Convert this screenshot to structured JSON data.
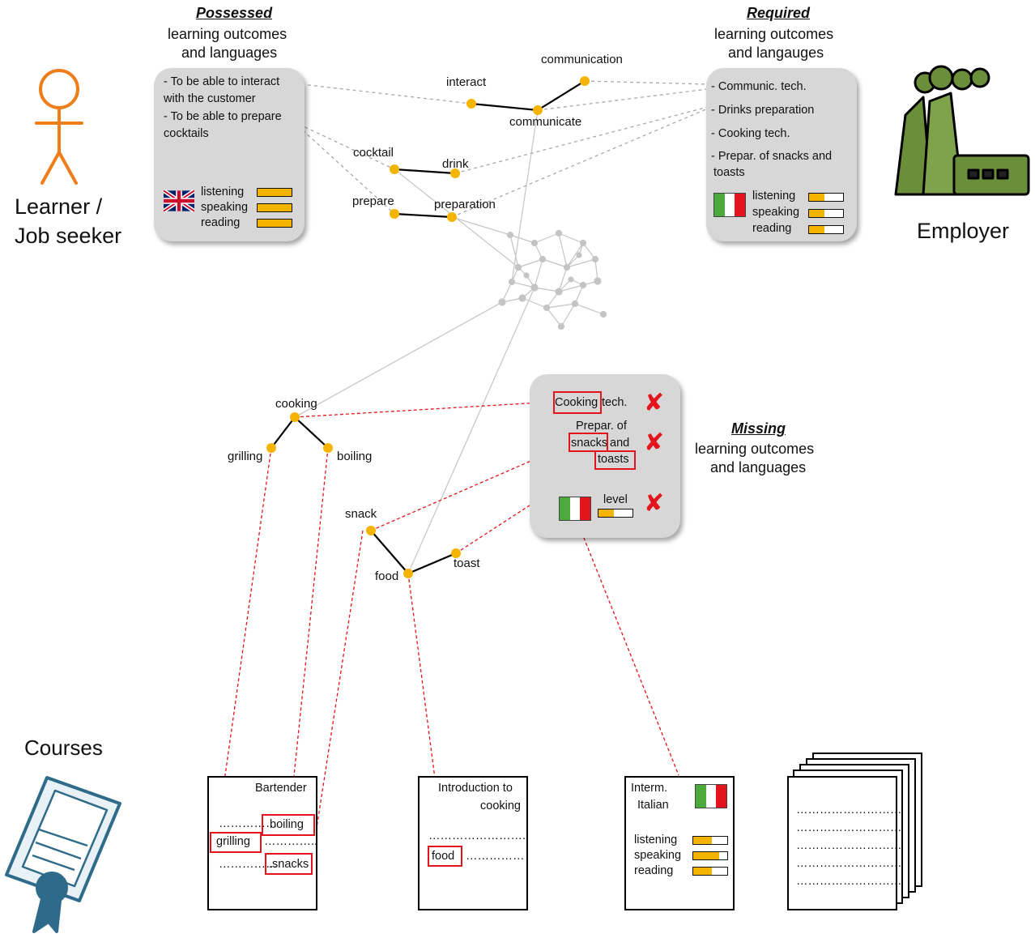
{
  "actors": {
    "learner_line1": "Learner /",
    "learner_line2": "Job seeker",
    "employer": "Employer",
    "courses": "Courses"
  },
  "possessed": {
    "title": "Possessed",
    "subtitle_line1": "learning outcomes",
    "subtitle_line2": "and languages",
    "outcome1_line1": "- To be able to interact",
    "outcome1_line2": "with the customer",
    "outcome2_line1": "- To be able to prepare",
    "outcome2_line2": "cocktails",
    "languages": [
      {
        "skill": "listening",
        "level": 1.0
      },
      {
        "skill": "speaking",
        "level": 1.0
      },
      {
        "skill": "reading",
        "level": 1.0
      }
    ]
  },
  "required": {
    "title": "Required",
    "subtitle_line1": "learning outcomes",
    "subtitle_line2": "and langauges",
    "items": [
      "- Communic. tech.",
      "- Drinks preparation",
      "- Cooking tech.",
      "- Prepar. of snacks and",
      "toasts"
    ],
    "languages": [
      {
        "skill": "listening",
        "level": 0.45
      },
      {
        "skill": "speaking",
        "level": 0.45
      },
      {
        "skill": "reading",
        "level": 0.45
      }
    ]
  },
  "missing": {
    "title": "Missing",
    "subtitle_line1": "learning outcomes",
    "subtitle_line2": "and languages",
    "cooking_word": "Cooking",
    "cooking_rest": "tech.",
    "prepar_line": "Prepar. of",
    "snacks_word": "snacks",
    "and_word": "and",
    "toasts_word": "toasts",
    "level_label": "level",
    "level_value": 0.45
  },
  "graph_terms": {
    "communication": "communication",
    "interact": "interact",
    "communicate": "communicate",
    "cocktail": "cocktail",
    "drink": "drink",
    "prepare": "prepare",
    "preparation": "preparation",
    "cooking": "cooking",
    "grilling": "grilling",
    "boiling": "boiling",
    "snack": "snack",
    "food": "food",
    "toast": "toast"
  },
  "course_docs": {
    "bartender": {
      "title": "Bartender",
      "dots1": "……………",
      "boiling": "boiling",
      "grilling": "grilling",
      "dots2": "…………..",
      "dots3": "……………",
      "snacks": ".snacks"
    },
    "cooking": {
      "title_line1": "Introduction to",
      "title_line2": "cooking",
      "dots1": "…………………….",
      "food": "food",
      "dots2": "……………"
    },
    "italian": {
      "title_line1": "Interm.",
      "title_line2": "Italian",
      "languages": [
        {
          "skill": "listening",
          "level": 0.55
        },
        {
          "skill": "speaking",
          "level": 0.75
        },
        {
          "skill": "reading",
          "level": 0.55
        }
      ]
    },
    "stack": {
      "lines": [
        "………………………",
        "………………………",
        "………………………",
        "………………………",
        "………………………"
      ]
    }
  },
  "colors": {
    "node": "#f5b400",
    "mismatch": "#e3141b",
    "link_dashed": "#a8a8a8",
    "network": "#bdbdbd",
    "learner": "#ef7d1a",
    "employer": "#6b8e3a",
    "certificate": "#2e6b8a"
  }
}
